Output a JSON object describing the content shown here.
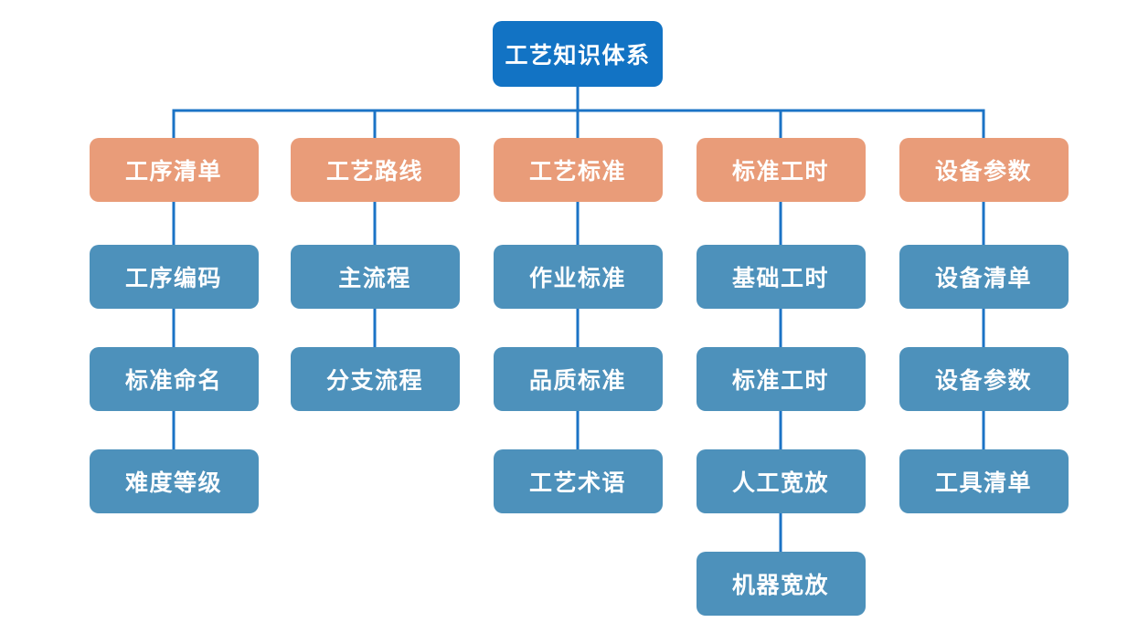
{
  "diagram": {
    "title": "工艺知识体系",
    "root": {
      "label": "工艺知识体系"
    },
    "branches": [
      {
        "label": "工序清单",
        "children": [
          "工序编码",
          "标准命名",
          "难度等级"
        ]
      },
      {
        "label": "工艺路线",
        "children": [
          "主流程",
          "分支流程"
        ]
      },
      {
        "label": "工艺标准",
        "children": [
          "作业标准",
          "品质标准",
          "工艺术语"
        ]
      },
      {
        "label": "标准工时",
        "children": [
          "基础工时",
          "标准工时",
          "人工宽放",
          "机器宽放"
        ]
      },
      {
        "label": "设备参数",
        "children": [
          "设备清单",
          "设备参数",
          "工具清单"
        ]
      }
    ],
    "colors": {
      "background": "#ffffff",
      "root_fill": "#1273c4",
      "branch_fill": "#e99c79",
      "child_fill": "#4d91bb",
      "connector": "#1b73c6",
      "text": "#ffffff"
    }
  }
}
